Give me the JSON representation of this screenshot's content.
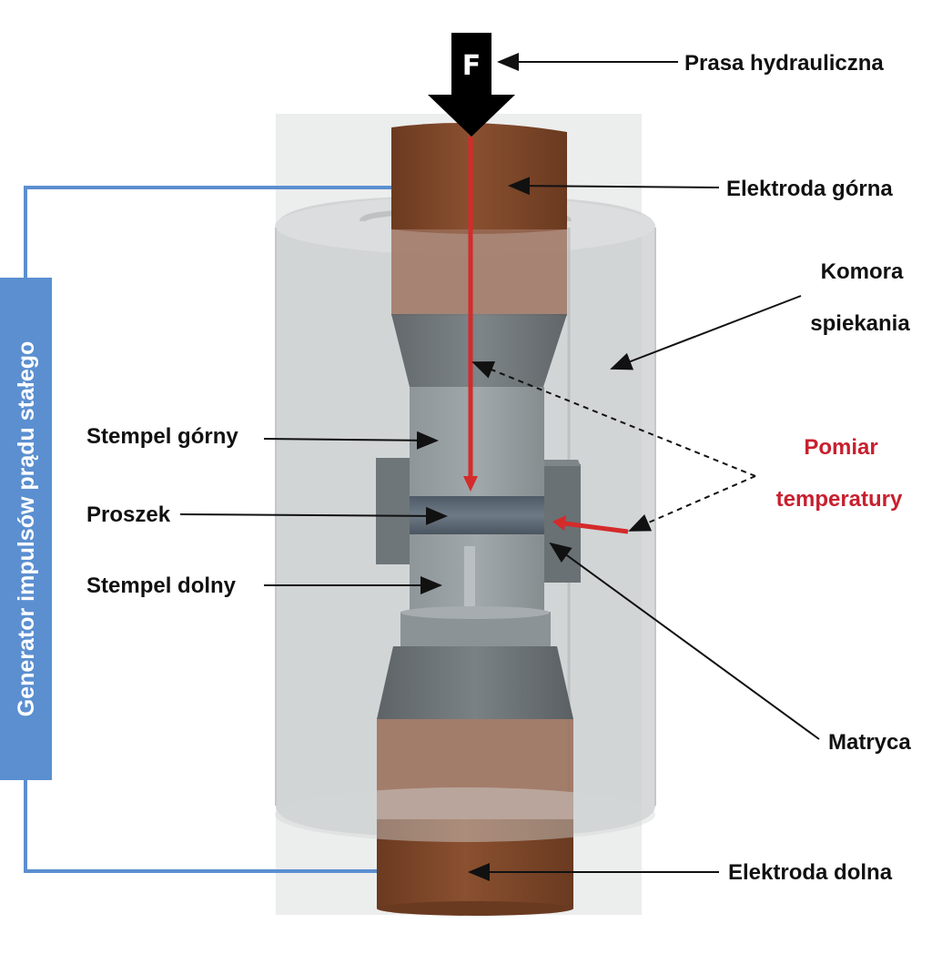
{
  "labels": {
    "force": "F",
    "press": "Prasa hydrauliczna",
    "upper_electrode": "Elektroda górna",
    "chamber_line1": "Komora",
    "chamber_line2": "spiekania",
    "upper_punch": "Stempel górny",
    "powder": "Proszek",
    "temp_line1": "Pomiar",
    "temp_line2": "temperatury",
    "lower_punch": "Stempel dolny",
    "die": "Matryca",
    "lower_electrode": "Elektroda dolna",
    "generator": "Generator impulsów prądu stałego"
  },
  "colors": {
    "copper": "#7a4124",
    "copper_light": "#8c5233",
    "graphite": "#6a7073",
    "graphite_light": "#8d9497",
    "chamber": "#d6d8d9",
    "wire": "#5b8fd0",
    "generator_box": "#5b8fd0",
    "thermo": "#d42b2b",
    "label_red": "#c8202f"
  }
}
